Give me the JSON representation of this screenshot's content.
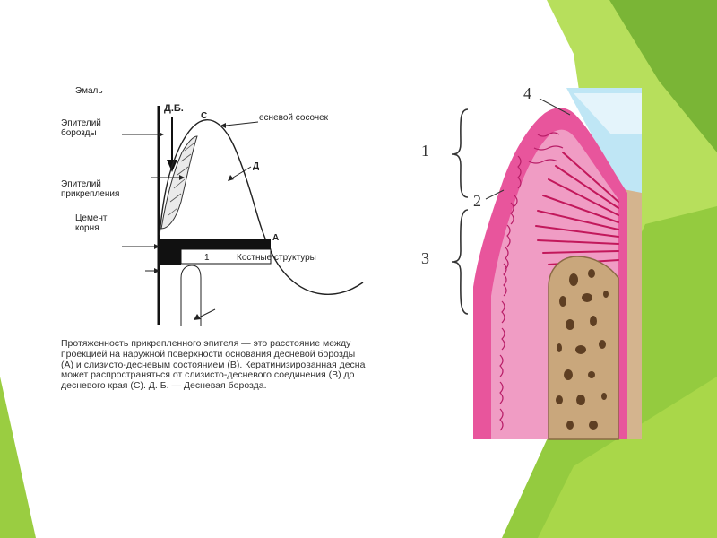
{
  "colors": {
    "green_light": "#a8d84a",
    "green_dark": "#6fa82c",
    "gum_pink": "#e8559c",
    "gum_light": "#f2a8cc",
    "bone": "#c9a77c",
    "enamel": "#bfe6f5"
  },
  "diagram_left": {
    "label_enamel": "Эмаль",
    "label_sulcus_epithelium": "Эпителий\nборозды",
    "label_db": "Д.Б.",
    "label_c": "С",
    "label_papilla": "есневой сосочек",
    "label_d": "Д",
    "label_attachment_epithelium": "Эпителий\nприкрепления",
    "label_cement": "Цемент\nкорня",
    "label_a": "А",
    "label_one": "1",
    "label_bone": "Костные структуры",
    "caption": "Протяженность прикрепленного эпителя — это расстояние между проекцией на наружной поверхности основания десневой борозды (А) и слизисто-десневым состоянием (В). Кератинизированная десна может распространяться от слизисто-десневого соединения (В) до десневого края (С). Д. Б. — Десневая борозда."
  },
  "diagram_right": {
    "num_1": "1",
    "num_2": "2",
    "num_3": "3",
    "num_4": "4"
  }
}
